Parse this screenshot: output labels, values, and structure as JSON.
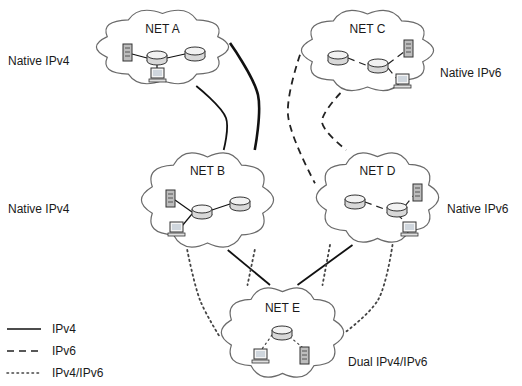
{
  "diagram": {
    "nodes": [
      {
        "text": [
          "NET A",
          "Native IPv4"
        ]
      },
      {
        "text": [
          "NET C",
          "Native IPv6"
        ]
      },
      {
        "text": [
          "NET B",
          "Native IPv4"
        ]
      },
      {
        "text": [
          "NET D",
          "Native IPv6"
        ]
      },
      {
        "text": [
          "NET E",
          "Dual IPv4/IPv6"
        ]
      }
    ],
    "edges": [
      {
        "from": 0,
        "to": 2,
        "arrow": "none"
      },
      {
        "from": 0,
        "to": 2,
        "arrow": "none"
      },
      {
        "from": 1,
        "to": 3,
        "arrow": "none"
      },
      {
        "from": 1,
        "to": 3,
        "arrow": "none"
      },
      {
        "from": 2,
        "to": 4,
        "arrow": "none"
      },
      {
        "from": 2,
        "to": 4,
        "arrow": "none"
      },
      {
        "from": 2,
        "to": 4,
        "arrow": "none"
      },
      {
        "from": 3,
        "to": 4,
        "arrow": "none"
      },
      {
        "from": 3,
        "to": 4,
        "arrow": "none"
      },
      {
        "from": 3,
        "to": 4,
        "arrow": "none"
      }
    ],
    "legend": [
      {
        "text": "IPv4"
      },
      {
        "text": "IPv6"
      },
      {
        "text": "IPv4/IPv6"
      }
    ]
  }
}
